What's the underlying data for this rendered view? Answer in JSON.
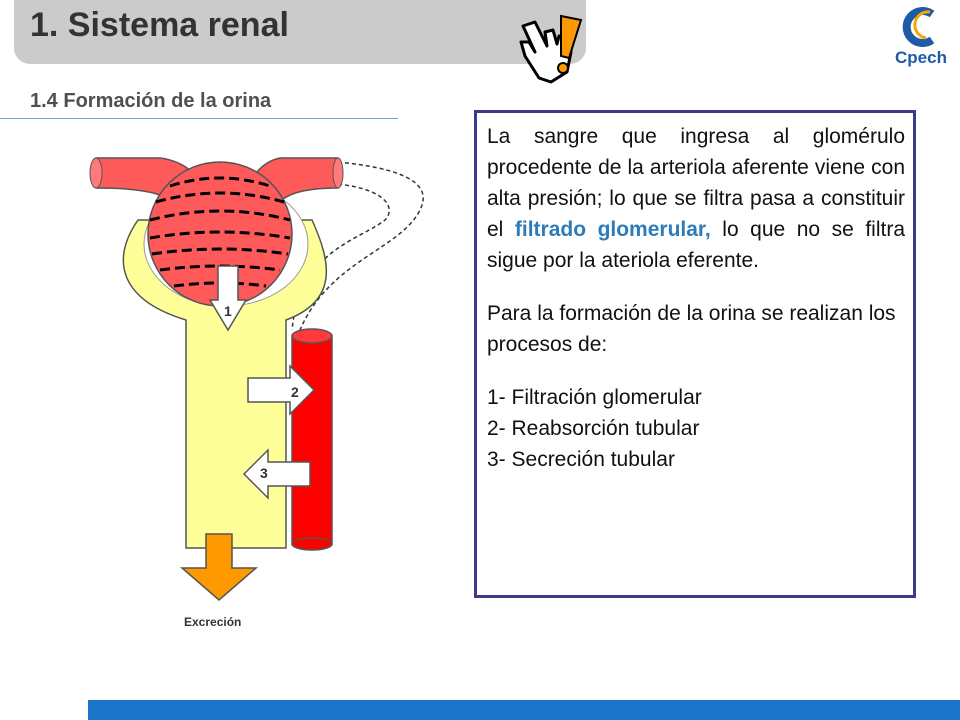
{
  "slide": {
    "title": "1. Sistema renal",
    "subtitle": "1.4 Formación de la orina",
    "logo_text": "Cpech"
  },
  "diagram": {
    "arrow_labels": [
      "1",
      "2",
      "3"
    ],
    "excretion_label": "Excreción"
  },
  "text": {
    "para1_a": "La sangre que ingresa al glomérulo procedente de la arteriola aferente viene con alta presión; lo que se filtra pasa a constituir el ",
    "para1_highlight": "filtrado glomerular,",
    "para1_b": " lo que no se filtra sigue por la ateriola eferente.",
    "para2": "Para la formación de la orina se realizan los procesos de:",
    "list": [
      "1- Filtración glomerular",
      "2- Reabsorción tubular",
      "3- Secreción tubular"
    ]
  },
  "colors": {
    "title_bg": "#cbcbcb",
    "vessel_red": "#ff0000",
    "glomerulus_pink": "#ff5a5a",
    "tubule_yellow": "#ffff99",
    "arrow_orange": "#ff9900",
    "box_border": "#3c3a8c",
    "highlight_blue": "#2e7bb8",
    "footer_blue": "#1d75c9"
  }
}
